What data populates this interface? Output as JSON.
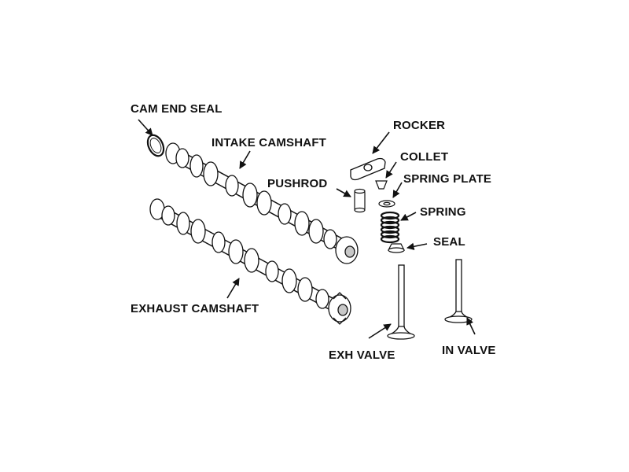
{
  "labels": {
    "cam_end_seal": "CAM END SEAL",
    "intake_camshaft": "INTAKE CAMSHAFT",
    "rocker": "ROCKER",
    "collet": "COLLET",
    "pushrod": "PUSHROD",
    "spring_plate": "SPRING PLATE",
    "spring": "SPRING",
    "seal": "SEAL",
    "exhaust_camshaft": "EXHAUST CAMSHAFT",
    "exh_valve": "EXH VALVE",
    "in_valve": "IN VALVE"
  },
  "colors": {
    "ink": "#111111",
    "fill": "#ffffff",
    "shade": "#c8c8c8"
  }
}
